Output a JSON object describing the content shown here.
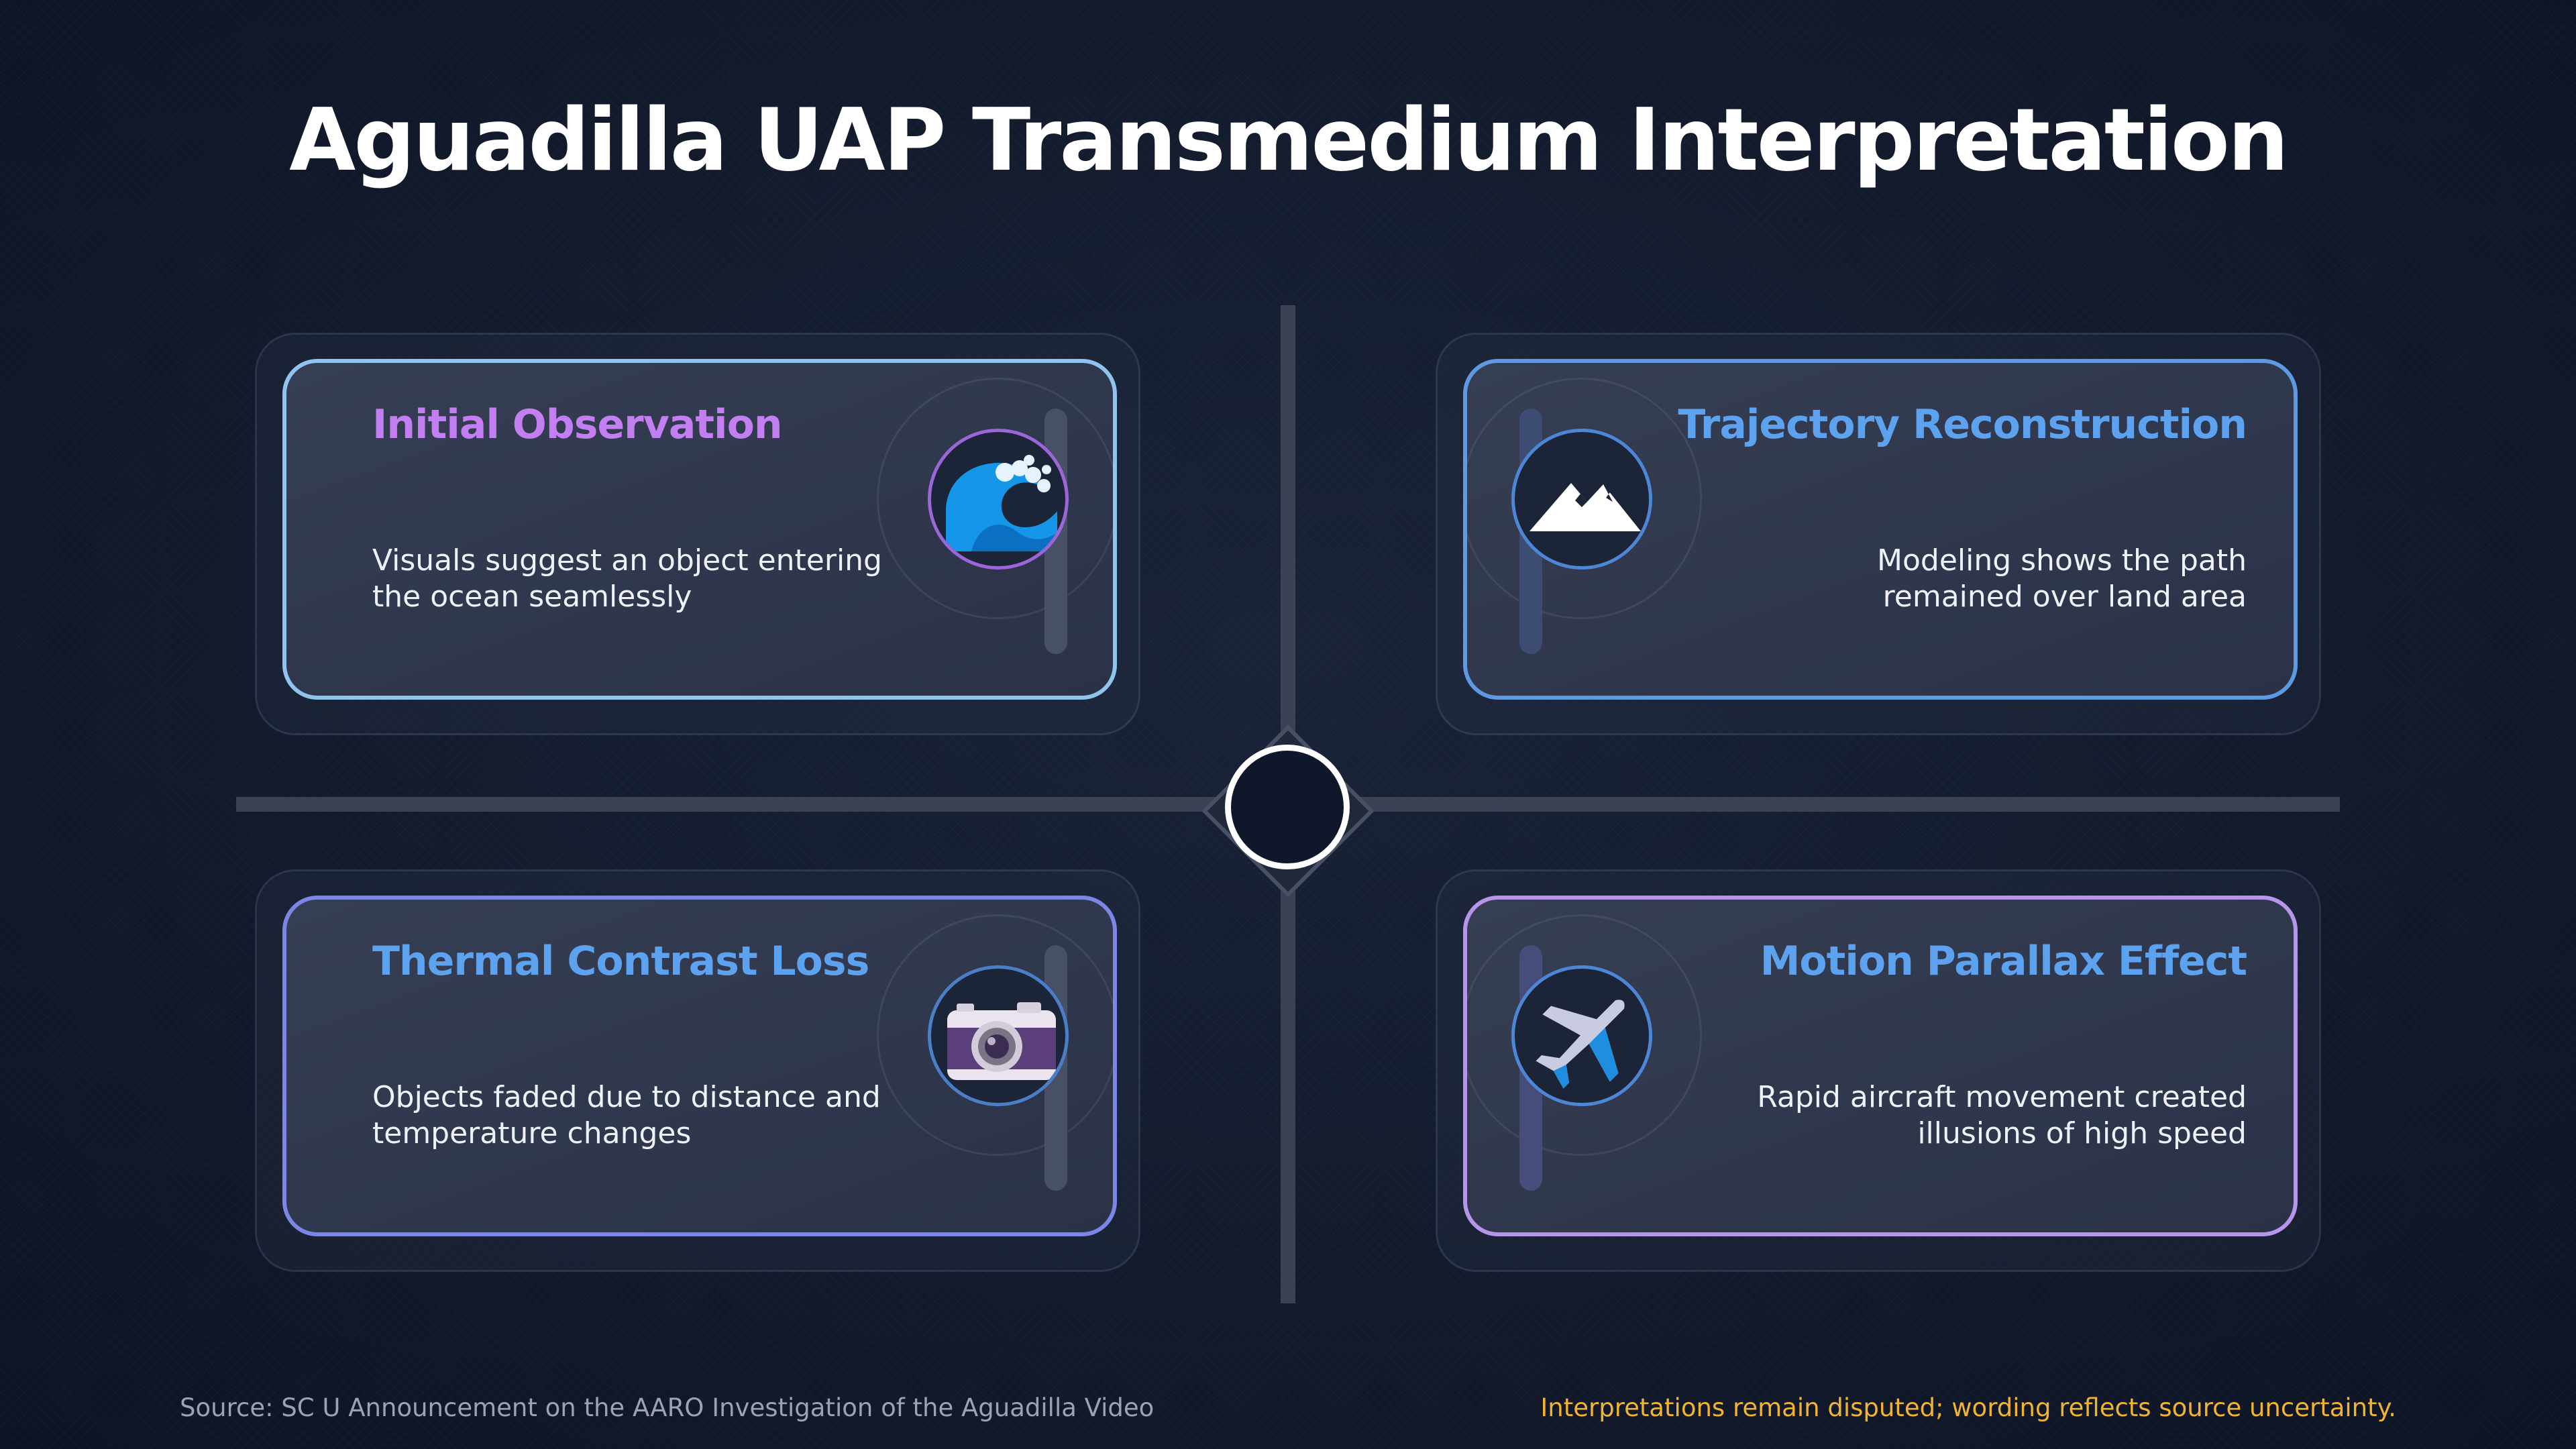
{
  "title": "Aguadilla UAP Transmedium Interpretation",
  "colors": {
    "purple_title": "#c37ef1",
    "blue_title": "#5da2ef",
    "footer_note": "#f1b431"
  },
  "cards": [
    {
      "title": "Initial Observation",
      "description": "Visuals suggest an object entering the ocean seamlessly",
      "icon": "wave-icon"
    },
    {
      "title": "Trajectory Reconstruction",
      "description": "Modeling shows the path remained over land area",
      "icon": "mountain-icon"
    },
    {
      "title": "Thermal Contrast Loss",
      "description": "Objects faded due to distance and temperature changes",
      "icon": "camera-icon"
    },
    {
      "title": "Motion Parallax Effect",
      "description": "Rapid aircraft movement created illusions of high speed",
      "icon": "airplane-icon"
    }
  ],
  "footer": {
    "source": "Source: SC U Announcement on the AARO Investigation of the Aguadilla Video",
    "note": "Interpretations remain disputed; wording reflects source uncertainty."
  }
}
